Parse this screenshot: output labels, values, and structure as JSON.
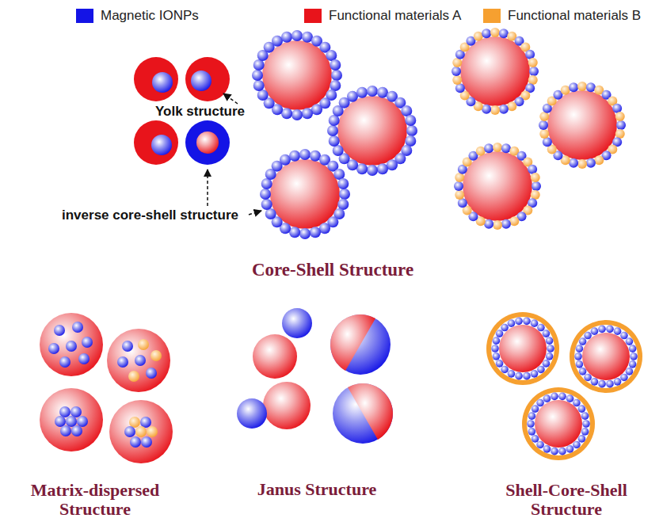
{
  "diagram": {
    "labels": [
      "Yolk structure",
      "inverse core-shell structure",
      "Core-Shell Structure",
      "Matrix-dispersed Structure",
      "Janus Structure",
      "Shell-Core-Shell Structure"
    ],
    "legend": [
      {
        "text": "Magnetic IONPs",
        "color": "#1414e6"
      },
      {
        "text": "Functional materials A",
        "color": "#e8141b"
      },
      {
        "text": "Functional materials B",
        "color": "#f6a030"
      }
    ]
  }
}
